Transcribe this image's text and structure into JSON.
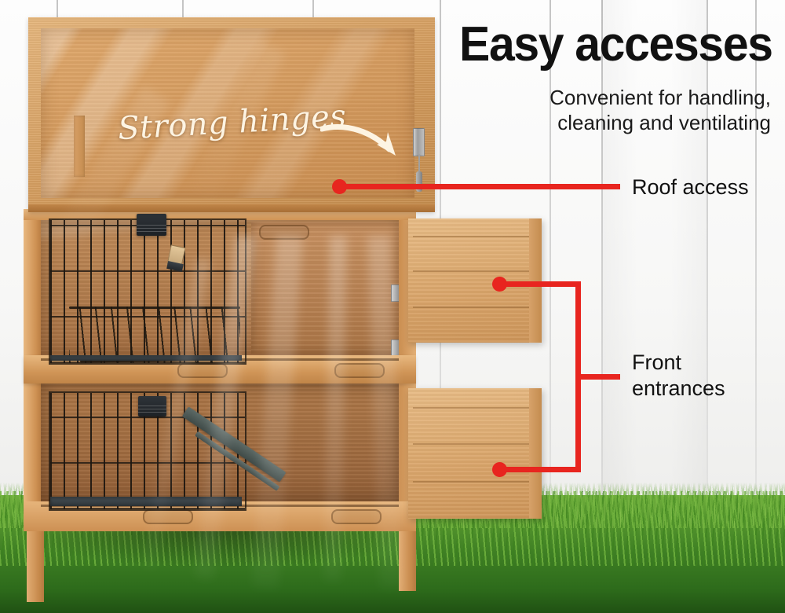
{
  "headline": {
    "title": "Easy accesses",
    "subtitle_line1": "Convenient for handling,",
    "subtitle_line2": "cleaning and ventilating"
  },
  "annotations": {
    "script_note": "Strong hinges",
    "roof_access_label": "Roof access",
    "front_entrances_line1": "Front",
    "front_entrances_line2": "entrances"
  },
  "colors": {
    "callout_red": "#e8251f",
    "text_black": "#111111",
    "wood_light": "#e3b079",
    "wood_mid": "#cf9355",
    "wood_dark": "#a87245",
    "grass_green": "#3f8024",
    "background_white": "#fbfbfa",
    "metal_grey": "#9d9d9d",
    "tray_dark": "#2c3337",
    "script_cream": "#fdf4e3"
  },
  "product": {
    "type": "two-tier wooden rabbit hutch",
    "parts": [
      "hinged roof lid",
      "upper wire mesh door",
      "lower wire mesh door",
      "upper front entrance door",
      "lower front entrance door",
      "hay feeder rack",
      "access ramp",
      "pull-out trays",
      "support legs"
    ]
  },
  "scene": {
    "background": "white painted timber planks",
    "foreground": "green grass lawn",
    "effect": "sun rays"
  }
}
